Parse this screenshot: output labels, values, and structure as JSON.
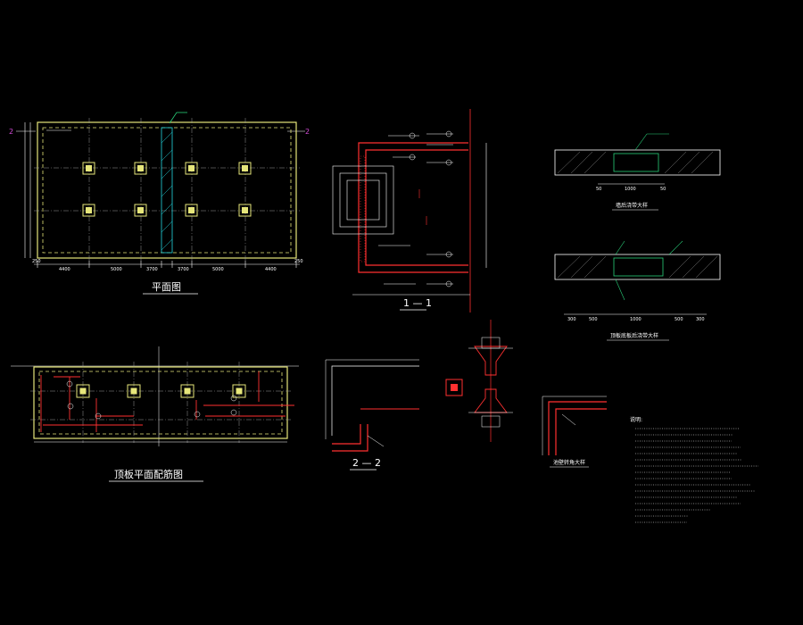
{
  "titles": {
    "plan": "平面图",
    "top_slab": "顶板平面配筋图",
    "sec11": "1 — 1",
    "sec22": "2 — 2",
    "wall_detail": "墙后浇带大样",
    "floor_detail": "顶板底板后浇带大样",
    "corner_detail": "池壁转角大样"
  },
  "plan": {
    "axis_left": "2",
    "axis_right": "2",
    "dims": [
      "250",
      "4400",
      "5000",
      "3700",
      "3700",
      "5000",
      "4400",
      "250"
    ]
  },
  "wall_detail": {
    "dims": [
      "50",
      "1000",
      "50"
    ]
  },
  "floor_detail": {
    "dims": [
      "300",
      "500",
      "1000",
      "500",
      "300"
    ]
  },
  "notes": {
    "title": "说明:"
  },
  "colors": {
    "yellow": "#e6e67a",
    "red": "#ff3030",
    "green": "#29d07a",
    "cyan": "#22d7e0",
    "magenta": "#d24bd6"
  }
}
